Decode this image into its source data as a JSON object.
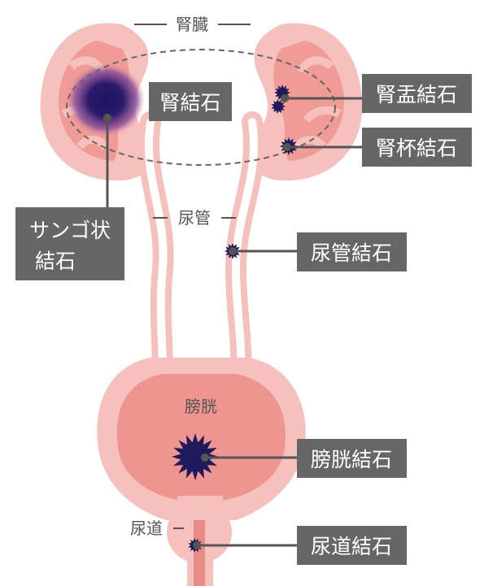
{
  "labels": {
    "kidney": "腎臓",
    "ureter": "尿管",
    "bladder": "膀胱",
    "urethra": "尿道"
  },
  "stones": {
    "kidney": "腎結石",
    "coral_line1": "サンゴ状",
    "coral_line2": "結石",
    "pelvis": "腎盂結石",
    "calyx": "腎杯結石",
    "ureter": "尿管結石",
    "bladder": "膀胱結石",
    "urethra": "尿道結石"
  },
  "colors": {
    "tissue_light": "#f6c1bc",
    "tissue_mid": "#f09b95",
    "tissue_dark": "#e88a86",
    "stone": "#1e1a5c",
    "label_box": "#666666",
    "label_text": "#ffffff",
    "organ_text": "#555555",
    "leader": "#555555"
  }
}
